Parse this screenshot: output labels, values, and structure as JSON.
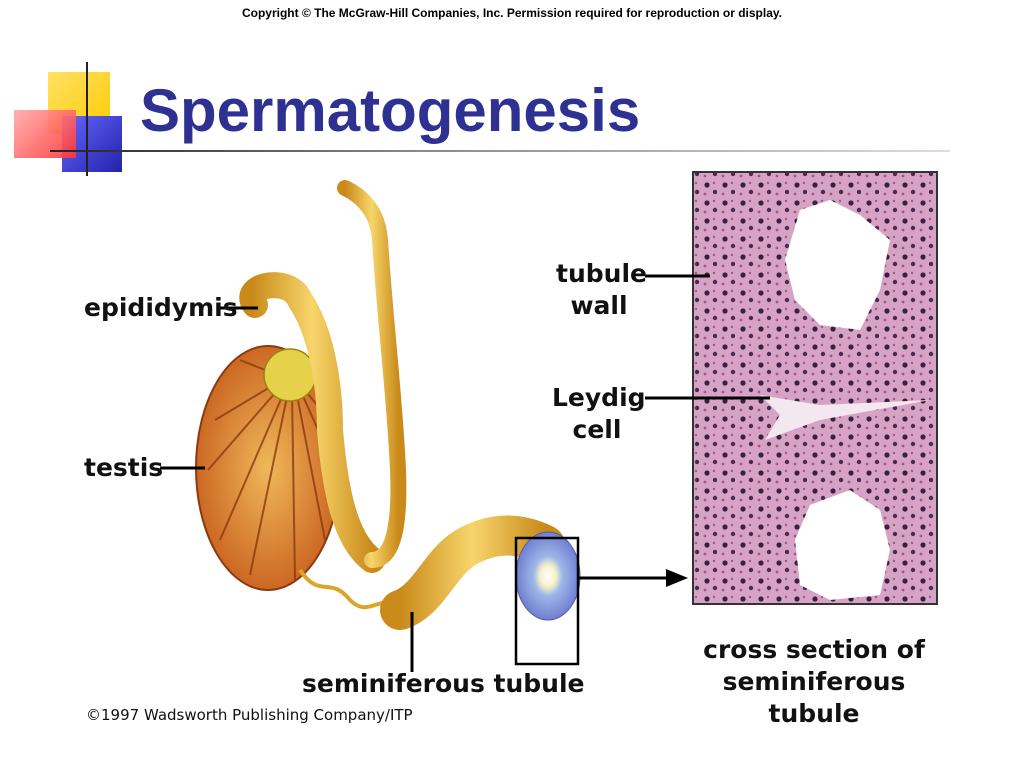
{
  "header": {
    "copyright": "Copyright © The McGraw-Hill Companies, Inc. Permission required for reproduction or display."
  },
  "slide": {
    "title": "Spermatogenesis"
  },
  "diagram": {
    "labels": {
      "epididymis": "epididymis",
      "testis": "testis",
      "seminiferous_tubule": "seminiferous tubule",
      "tubule_wall_1": "tubule",
      "tubule_wall_2": "wall",
      "leydig_1": "Leydig",
      "leydig_2": "cell",
      "cross_section_1": "cross section of",
      "cross_section_2": "seminiferous tubule"
    },
    "credit": "©1997 Wadsworth Publishing Company/ITP"
  },
  "colors": {
    "title": "#2E3192",
    "deco_yellow": "#FFCC00",
    "deco_red": "#FF3333",
    "deco_blue": "#3333CC",
    "tissue_pink": "#C98AAE",
    "tubule_yellow": "#F2C94C",
    "testis_orange": "#D9782E"
  }
}
